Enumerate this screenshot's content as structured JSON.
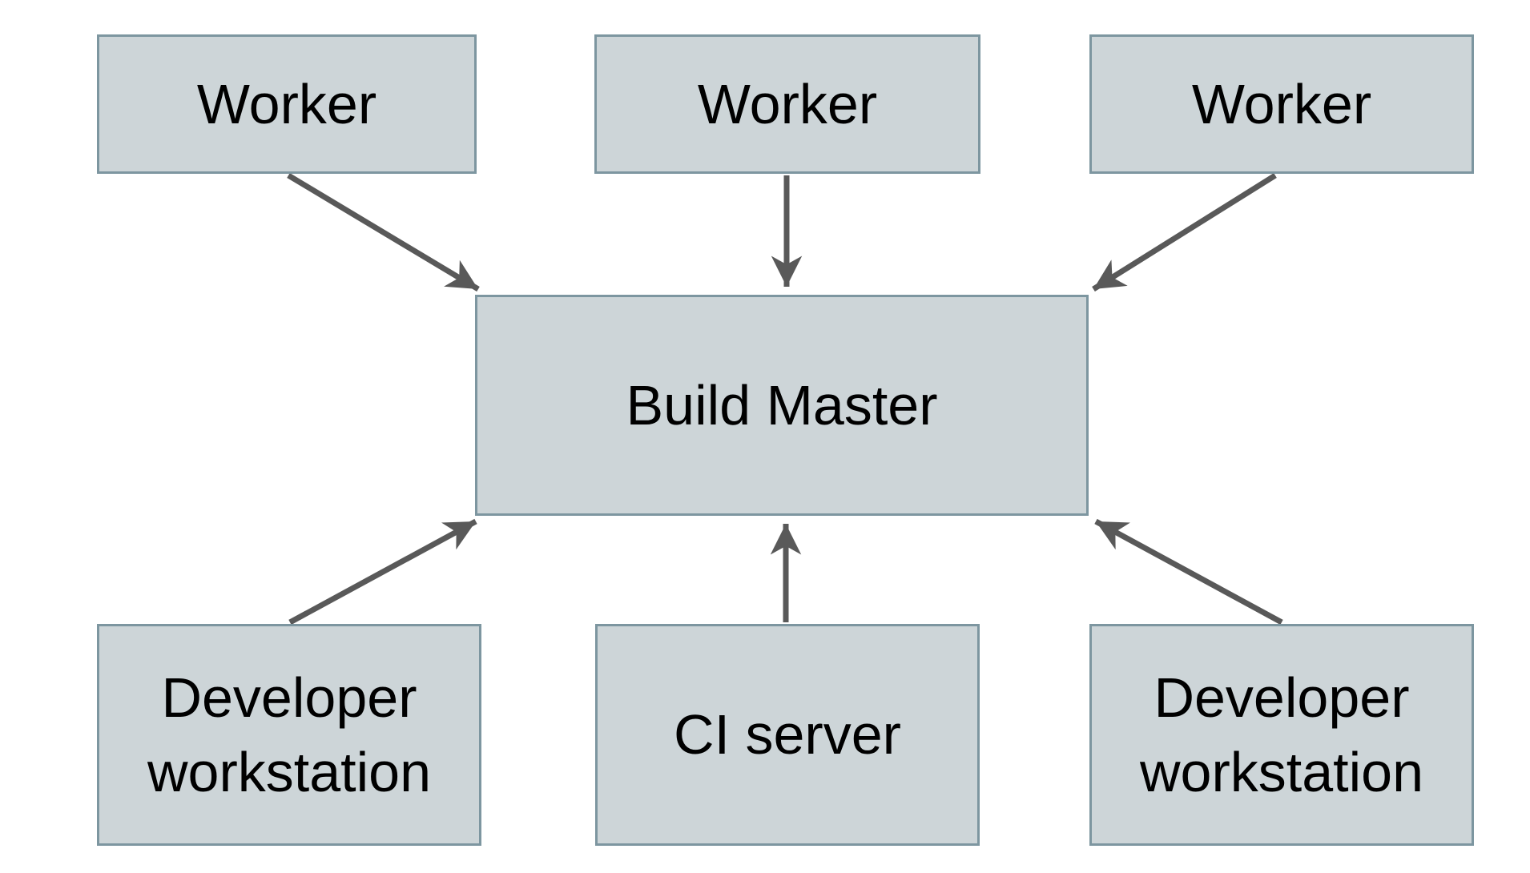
{
  "diagram": {
    "colors": {
      "background": "#ffffff",
      "node_fill": "#cdd5d8",
      "node_border": "#7d96a0",
      "arrow": "#595959",
      "text": "#000000"
    },
    "nodes": [
      {
        "id": "worker-1",
        "label": "Worker"
      },
      {
        "id": "worker-2",
        "label": "Worker"
      },
      {
        "id": "worker-3",
        "label": "Worker"
      },
      {
        "id": "build-master",
        "label": "Build Master"
      },
      {
        "id": "developer-workstation-1",
        "label": "Developer workstation"
      },
      {
        "id": "ci-server",
        "label": "CI server"
      },
      {
        "id": "developer-workstation-2",
        "label": "Developer workstation"
      }
    ],
    "edges": [
      {
        "from": "worker-1",
        "to": "build-master"
      },
      {
        "from": "worker-2",
        "to": "build-master"
      },
      {
        "from": "worker-3",
        "to": "build-master"
      },
      {
        "from": "developer-workstation-1",
        "to": "build-master"
      },
      {
        "from": "ci-server",
        "to": "build-master"
      },
      {
        "from": "developer-workstation-2",
        "to": "build-master"
      }
    ]
  }
}
